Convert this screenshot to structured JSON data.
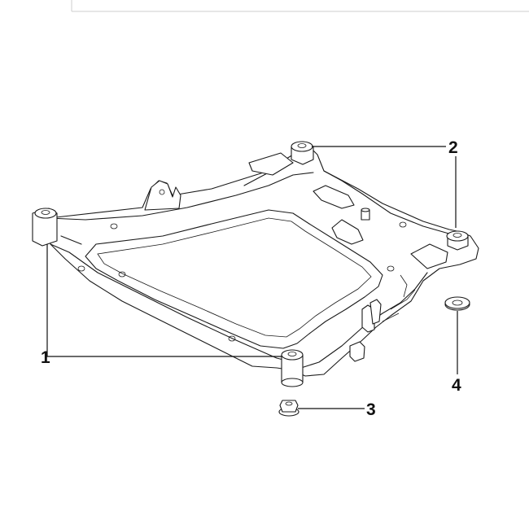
{
  "diagram": {
    "callouts": [
      {
        "id": "1",
        "label": "1"
      },
      {
        "id": "2",
        "label": "2"
      },
      {
        "id": "3",
        "label": "3"
      },
      {
        "id": "4",
        "label": "4"
      }
    ],
    "colors": {
      "line": "#1a1a1a",
      "background": "#ffffff"
    }
  }
}
